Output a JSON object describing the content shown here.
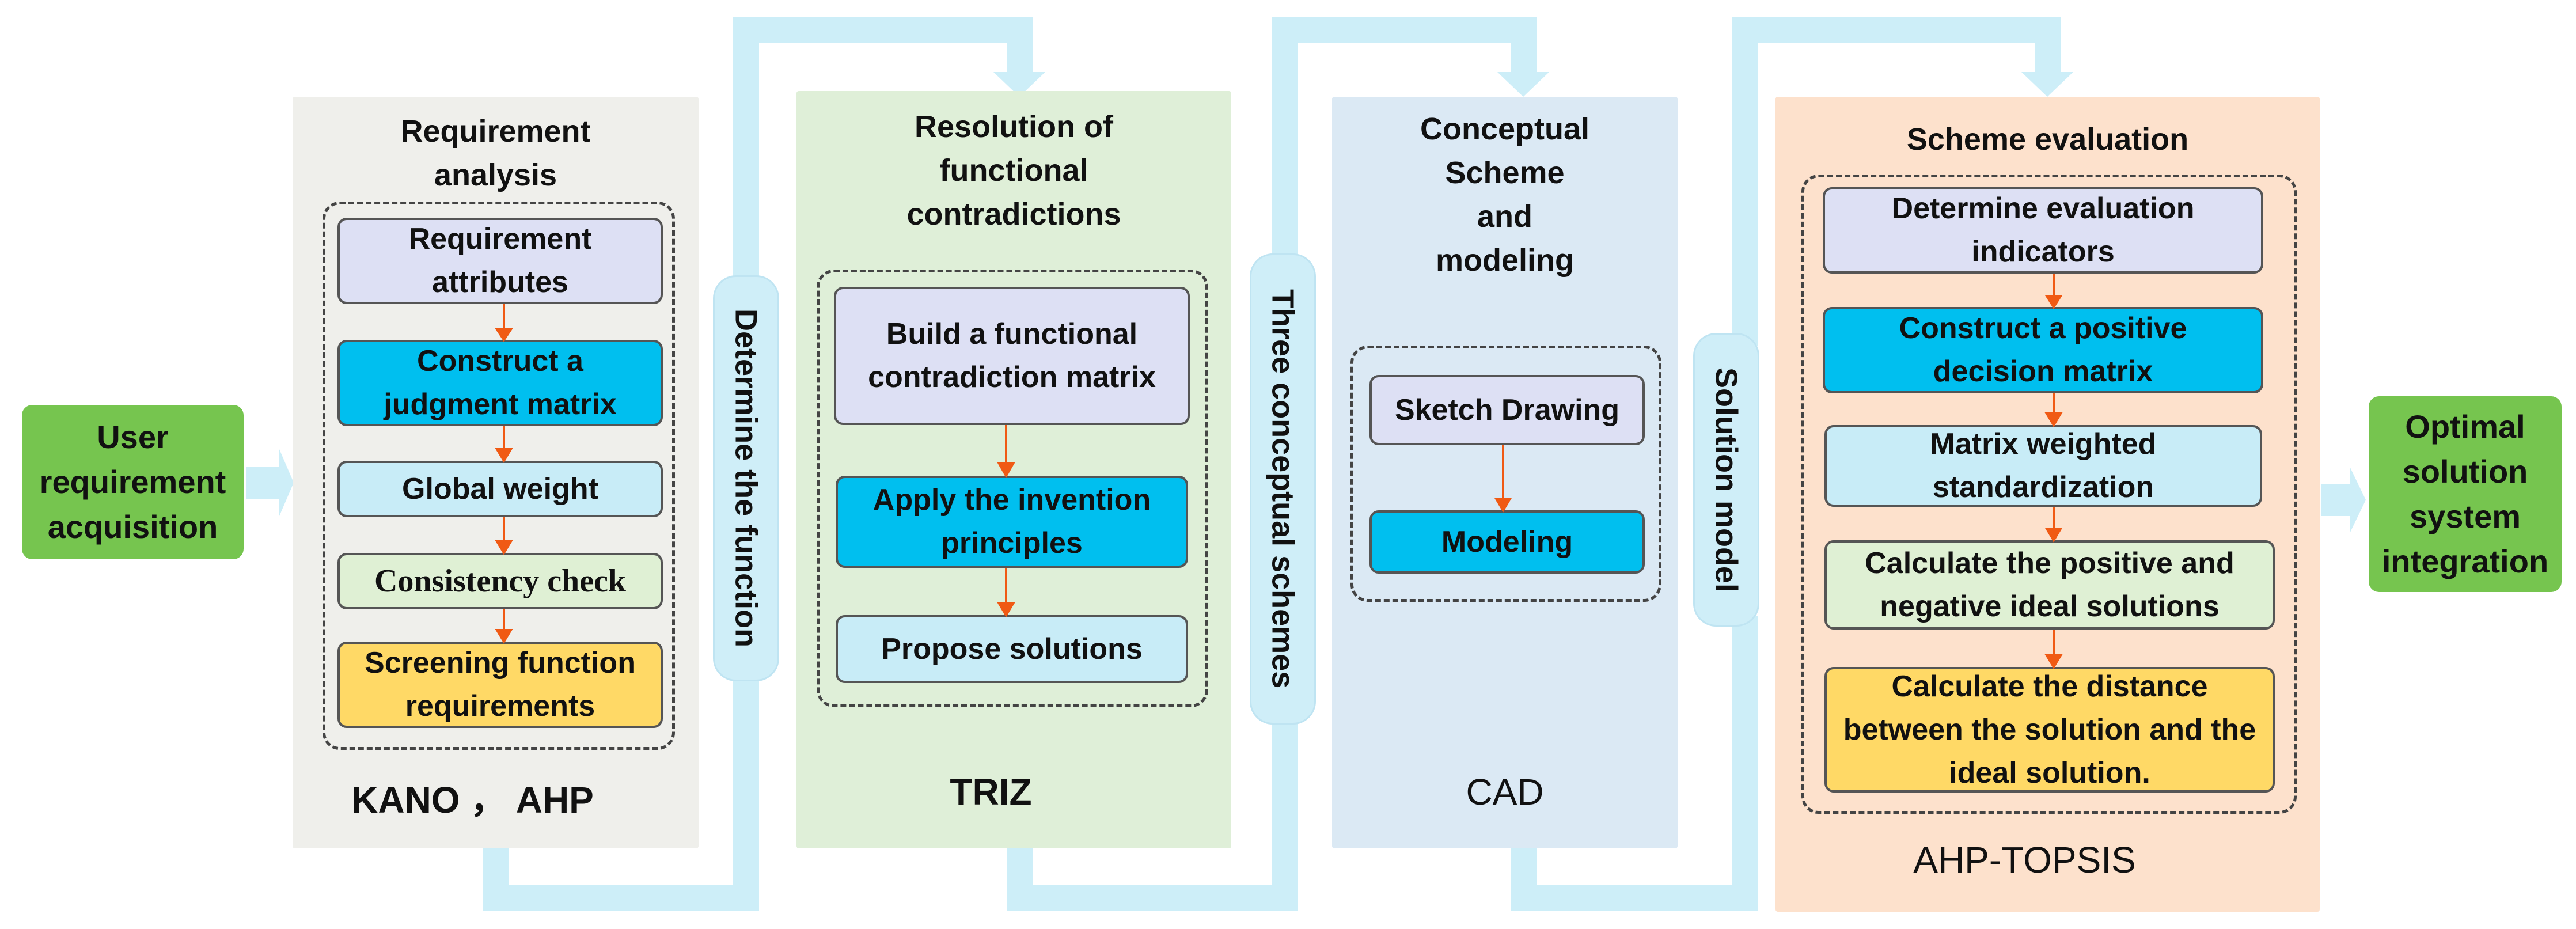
{
  "colors": {
    "lavender": "#dde0f4",
    "cyan": "#00bfef",
    "light_cyan": "#c8ecf7",
    "light_green": "#dff0d4",
    "yellow": "#ffd966",
    "green_terminal": "#76c54f",
    "arrow_orange": "#f05a14",
    "flow_band": "#cdeef8",
    "col_gray": "#efefeb",
    "col_green": "#dfefd8",
    "col_blue": "#dbe9f4",
    "col_peach": "#fde1cc"
  },
  "start": {
    "label": "User requirement acquisition"
  },
  "end": {
    "label": "Optimal solution system integration"
  },
  "columns": [
    {
      "title": "Requirement analysis",
      "method": "KANO ， AHP",
      "boxes": [
        "Requirement attributes",
        "Construct a judgment matrix",
        "Global weight",
        "Consistency check",
        "Screening function requirements"
      ]
    },
    {
      "title": "Resolution of functional contradictions",
      "method": "TRIZ",
      "boxes": [
        "Build a functional contradiction matrix",
        "Apply the invention principles",
        "Propose solutions"
      ]
    },
    {
      "title": "Conceptual Scheme and modeling",
      "method": "CAD",
      "boxes": [
        "Sketch Drawing",
        "Modeling"
      ]
    },
    {
      "title": "Scheme evaluation",
      "method": "AHP-TOPSIS",
      "boxes": [
        "Determine evaluation indicators",
        "Construct a positive decision matrix",
        "Matrix weighted standardization",
        "Calculate the positive and negative ideal solutions",
        "Calculate the distance between the solution and the ideal solution."
      ]
    }
  ],
  "connectors": [
    "Determine the function",
    "Three conceptual schemes",
    "Solution model"
  ]
}
